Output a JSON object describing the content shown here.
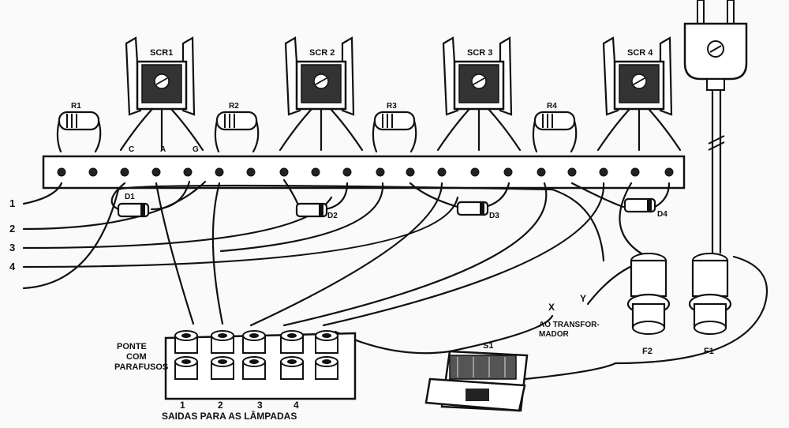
{
  "scr_labels": [
    "SCR1",
    "SCR 2",
    "SCR 3",
    "SCR 4"
  ],
  "pin_labels": [
    "C",
    "A",
    "G"
  ],
  "resistor_labels": [
    "R1",
    "R2",
    "R3",
    "R4"
  ],
  "diode_labels": [
    "D1",
    "D2",
    "D3",
    "D4"
  ],
  "input_labels": [
    "1",
    "2",
    "3",
    "4"
  ],
  "terminal_block": {
    "label_line1": "PONTE",
    "label_line2": "COM",
    "label_line3": "PARAFUSOS",
    "outputs": [
      "1",
      "2",
      "3",
      "4"
    ],
    "caption": "SAIDAS PARA AS LÂMPADAS"
  },
  "transformer": {
    "x": "X",
    "y": "Y",
    "line1": "AO TRANSFOR-",
    "line2": "MADOR"
  },
  "switch_label": "S1",
  "fuse_labels": [
    "F2",
    "F1"
  ]
}
